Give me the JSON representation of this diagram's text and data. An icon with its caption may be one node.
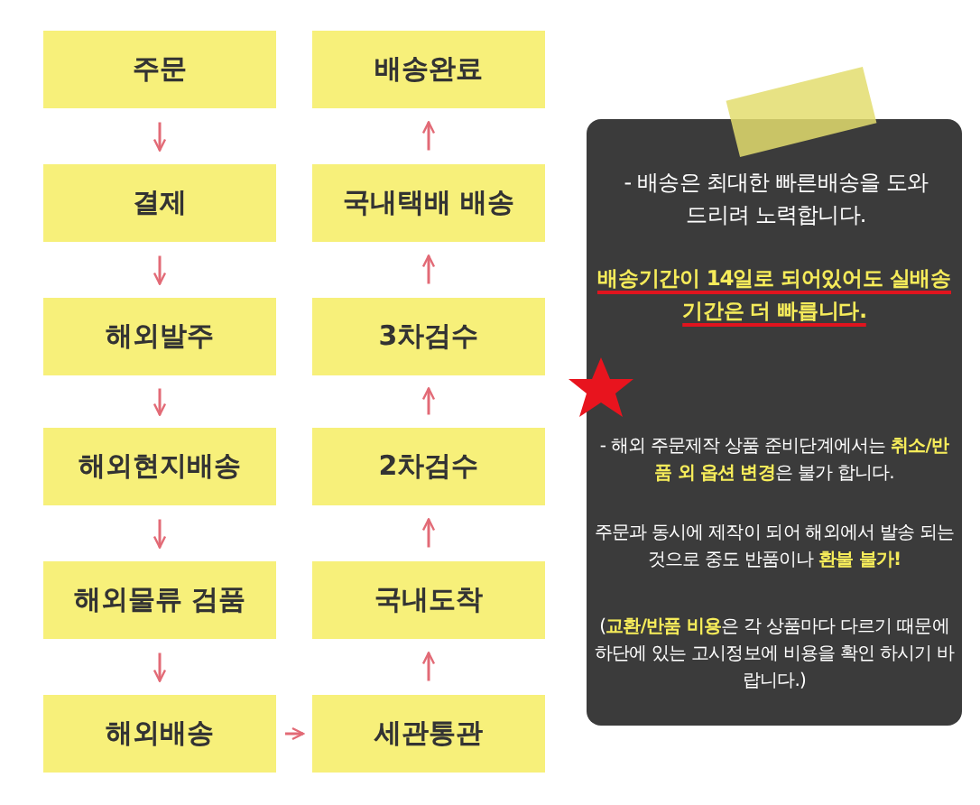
{
  "diagram": {
    "nodes": [
      {
        "text": [
          "주문"
        ]
      },
      {
        "text": [
          "결제"
        ]
      },
      {
        "text": [
          "해외발주"
        ]
      },
      {
        "text": [
          "해외현지배송"
        ]
      },
      {
        "text": [
          "해외물류 검품"
        ]
      },
      {
        "text": [
          "해외배송"
        ]
      },
      {
        "text": [
          "배송완료"
        ]
      },
      {
        "text": [
          "국내택배 배송"
        ]
      },
      {
        "text": [
          "3차검수"
        ]
      },
      {
        "text": [
          "2차검수"
        ]
      },
      {
        "text": [
          "국내도착"
        ]
      },
      {
        "text": [
          "세관통관"
        ]
      }
    ],
    "edges": [
      {
        "from": 0,
        "to": 1,
        "arrow": "to"
      },
      {
        "from": 1,
        "to": 2,
        "arrow": "to"
      },
      {
        "from": 2,
        "to": 3,
        "arrow": "to"
      },
      {
        "from": 3,
        "to": 4,
        "arrow": "to"
      },
      {
        "from": 4,
        "to": 5,
        "arrow": "to"
      },
      {
        "from": 5,
        "to": 11,
        "arrow": "to"
      },
      {
        "from": 11,
        "to": 10,
        "arrow": "to"
      },
      {
        "from": 10,
        "to": 9,
        "arrow": "to"
      },
      {
        "from": 9,
        "to": 8,
        "arrow": "to"
      },
      {
        "from": 8,
        "to": 7,
        "arrow": "to"
      },
      {
        "from": 7,
        "to": 6,
        "arrow": "to"
      }
    ],
    "labels": [
      "- 배송은 최대한 빠른배송을 도와드리려 노력합니다.",
      "배송기간이 14일로 되어있어도 실배송 기간은 더 빠릅니다.",
      "- 해외 주문제작 상품 준비단계에서는 **취소/반품 외 옵션 변경**은 불가 합니다.",
      "주문과 동시에 제작이 되어 해외에서 발송 되는것으로 중도 반품이나 **환불 불가!**",
      "(**교환/반품 비용**은 각 상품마다 다르기 때문에 하단에 있는 고시정보에 비용을 확인 하시기 바랍니다.)"
    ]
  }
}
